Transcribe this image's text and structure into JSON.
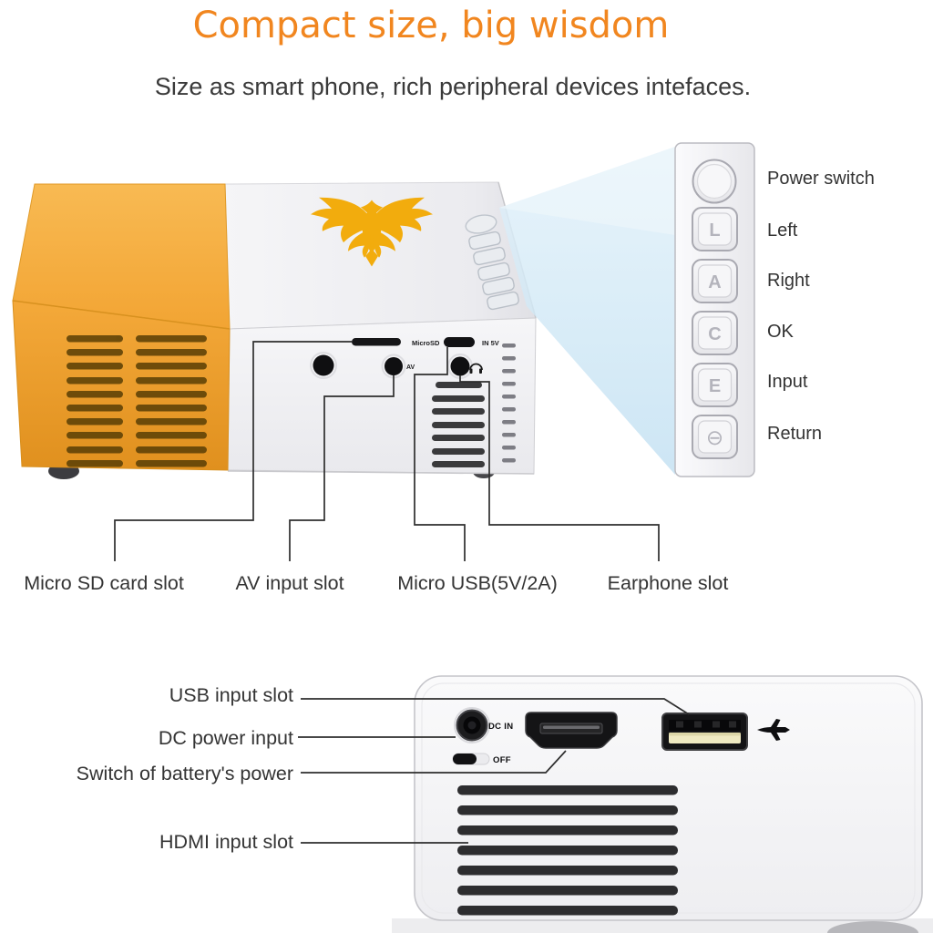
{
  "header": {
    "title": "Compact size, big wisdom",
    "subtitle": "Size as smart phone, rich peripheral devices intefaces."
  },
  "colors": {
    "title_orange": "#F1861F",
    "body_yellow": "#F4A736",
    "body_yellow_dark": "#E0901E",
    "logo_gold": "#F2AC0D",
    "beam_blue": "#CBE5F4",
    "label_text": "#343434",
    "port_black": "#141416",
    "usb_tongue_cream": "#EFEAC2"
  },
  "projector_front": {
    "markings": {
      "micro_sd": "MicroSD",
      "power_in": "IN 5V",
      "av": "AV"
    },
    "port_labels": [
      "Micro SD card slot",
      "AV input slot",
      "Micro USB(5V/2A)",
      "Earphone slot"
    ],
    "icons": {
      "earphone": "headphone-icon",
      "logo": "eagle-logo"
    }
  },
  "control_panel": {
    "buttons": [
      {
        "glyph": "",
        "label": "Power switch"
      },
      {
        "glyph": "L",
        "label": "Left"
      },
      {
        "glyph": "A",
        "label": "Right"
      },
      {
        "glyph": "C",
        "label": "OK"
      },
      {
        "glyph": "E",
        "label": "Input"
      },
      {
        "glyph": "⊖",
        "label": "Return"
      }
    ]
  },
  "rear_panel": {
    "markings": {
      "dc_power": "DC IN",
      "battery_switch": "OFF"
    },
    "labels": [
      "USB input slot",
      "DC power input",
      "Switch of battery's power",
      "HDMI input slot"
    ],
    "icons": {
      "airplane": "airplane-icon"
    }
  }
}
